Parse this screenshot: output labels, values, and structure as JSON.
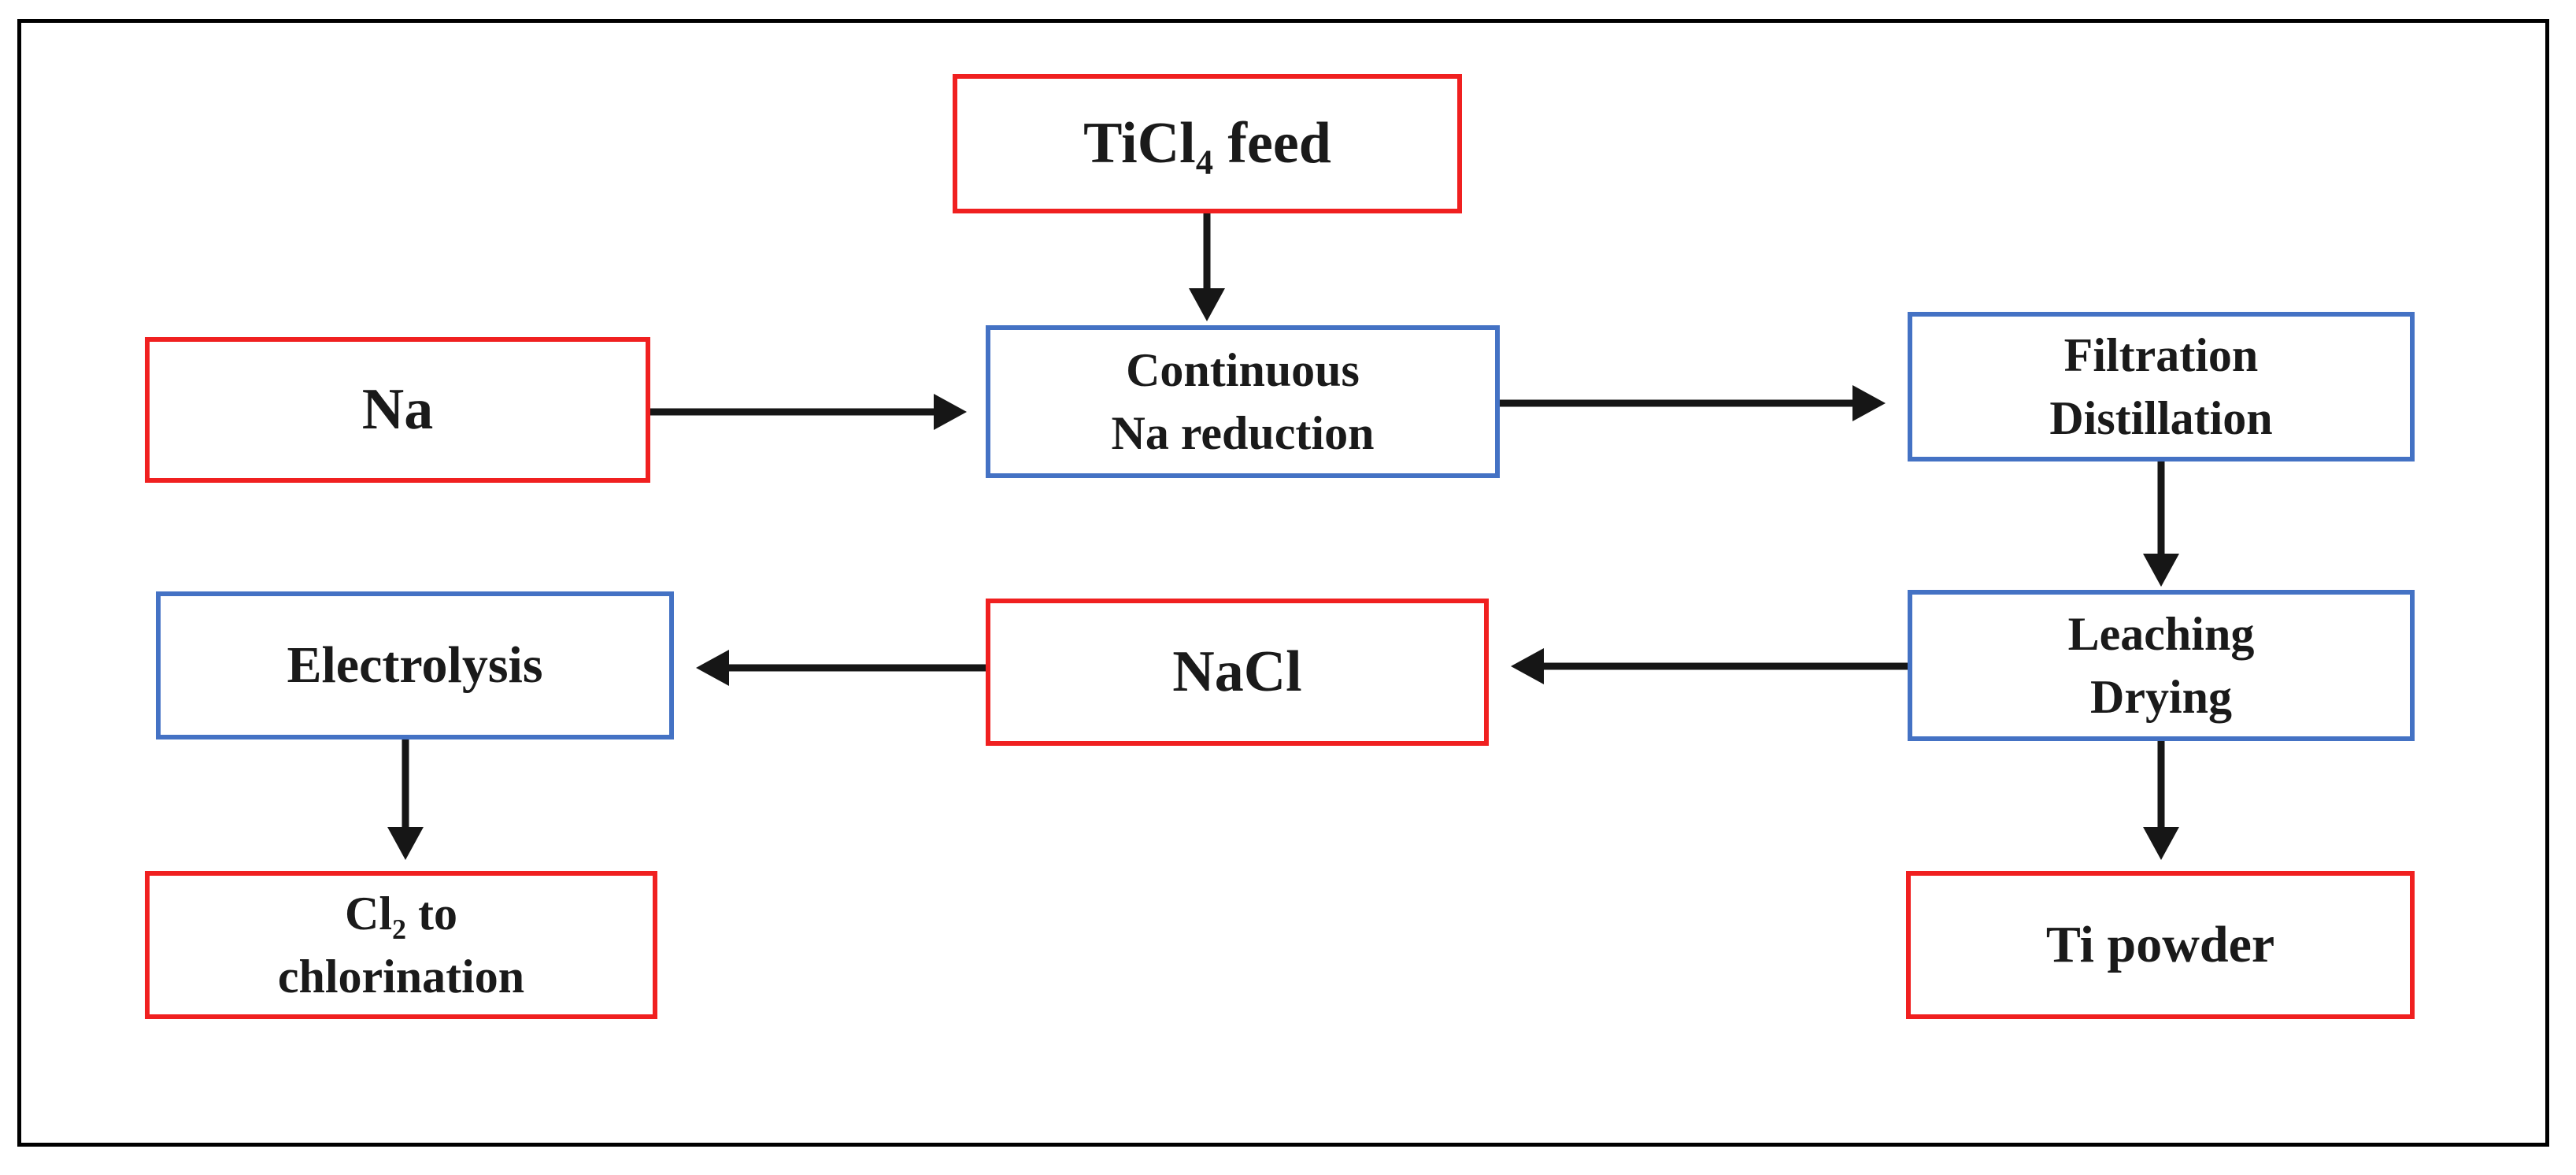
{
  "diagram": {
    "description": "Flowchart of continuous sodium reduction process for titanium powder production",
    "nodes": {
      "ticl4_feed": {
        "label": "TiCl₄ feed",
        "border_color": "#f02020",
        "type": "material"
      },
      "na": {
        "label": "Na",
        "border_color": "#f02020",
        "type": "material"
      },
      "na_reduction": {
        "label": "Continuous\nNa reduction",
        "border_color": "#4472c4",
        "type": "process"
      },
      "filtration": {
        "label": "Filtration\nDistillation",
        "border_color": "#4472c4",
        "type": "process"
      },
      "leaching": {
        "label": "Leaching\nDrying",
        "border_color": "#4472c4",
        "type": "process"
      },
      "nacl": {
        "label": "NaCl",
        "border_color": "#f02020",
        "type": "material"
      },
      "electrolysis": {
        "label": "Electrolysis",
        "border_color": "#4472c4",
        "type": "process"
      },
      "cl2": {
        "label": "Cl₂ to\nchlorination",
        "border_color": "#f02020",
        "type": "material"
      },
      "ti_powder": {
        "label": "Ti powder",
        "border_color": "#f02020",
        "type": "material"
      }
    },
    "edges": [
      {
        "from": "ticl4_feed",
        "to": "na_reduction",
        "direction": "down"
      },
      {
        "from": "na",
        "to": "na_reduction",
        "direction": "right"
      },
      {
        "from": "na_reduction",
        "to": "filtration",
        "direction": "right"
      },
      {
        "from": "filtration",
        "to": "leaching",
        "direction": "down"
      },
      {
        "from": "leaching",
        "to": "nacl",
        "direction": "left"
      },
      {
        "from": "nacl",
        "to": "electrolysis",
        "direction": "left"
      },
      {
        "from": "electrolysis",
        "to": "cl2",
        "direction": "down"
      },
      {
        "from": "leaching",
        "to": "ti_powder",
        "direction": "down"
      }
    ],
    "colors": {
      "red_box_border": "#f02020",
      "blue_box_border": "#4472c4",
      "arrow": "#161616",
      "frame_border": "#000000",
      "background": "#ffffff",
      "text": "#1a1a1a"
    }
  }
}
